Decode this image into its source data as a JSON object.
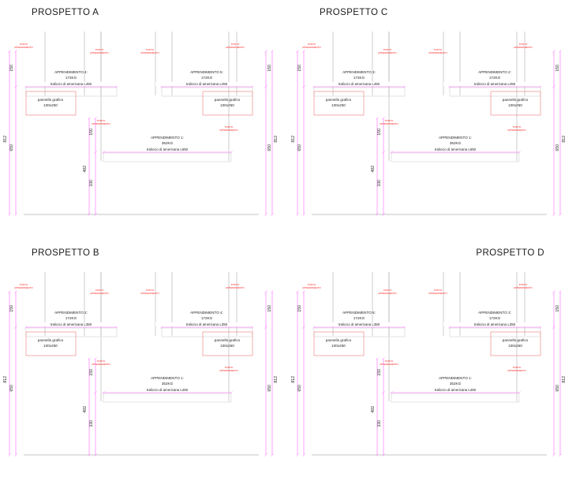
{
  "sheet": {
    "background": "#ffffff",
    "colors": {
      "structure": "#b8b8b8",
      "dimension": "#ff66ff",
      "panel_outline": "#f08c8c",
      "truss_line": "#ff66ff",
      "text": "#1c1c1c",
      "note_red": "#ff1a1a",
      "ground": "#d8d8d8"
    },
    "common": {
      "hang_point_label": "PUNTO\nAPPENDIMENTO",
      "hang_point_line1": "PUNTO",
      "hang_point_line2": "APPENDIMENTO",
      "panel_label_line1": "pannello grafico",
      "panel_label_line2": "100x250",
      "weight_172": "172KG",
      "weight_352": "352KG"
    }
  },
  "panels": [
    {
      "id": "prospetto-a",
      "title": "PROSPETTO A",
      "title_align": "left",
      "upper_left": {
        "name": "APPENDIMENTO 4:",
        "weight": "172KG",
        "truss": "traliccio di americana L450",
        "panel_line1": "pannello grafico",
        "panel_line2": "100x250",
        "panel_side": "left"
      },
      "upper_right": {
        "name": "APPENDIMENTO 5:",
        "weight": "172KG",
        "truss": "traliccio di americana L450",
        "panel_line1": "pannello grafico",
        "panel_line2": "100x250",
        "panel_side": "right"
      },
      "lower": {
        "name": "APPENDIMENTO 1:",
        "weight": "352KG",
        "truss": "traliccio di americana L650"
      },
      "dims_left": [
        "150",
        "812",
        "650"
      ],
      "dims_mid": [
        "150",
        "492",
        "330"
      ],
      "dims_right": [
        "150",
        "812",
        "650"
      ]
    },
    {
      "id": "prospetto-c",
      "title": "PROSPETTO C",
      "title_align": "left",
      "upper_left": {
        "name": "APPENDIMENTO 3:",
        "weight": "172KG",
        "truss": "traliccio di americana L450",
        "panel_line1": "pannello grafico",
        "panel_line2": "100x250",
        "panel_side": "left"
      },
      "upper_right": {
        "name": "APPENDIMENTO 2:",
        "weight": "172KG",
        "truss": "traliccio di americana L450",
        "panel_line1": "pannello grafico",
        "panel_line2": "100x250",
        "panel_side": "right"
      },
      "lower": {
        "name": "APPENDIMENTO 1:",
        "weight": "352KG",
        "truss": "traliccio di americana L650"
      },
      "dims_left": [
        "150",
        "812",
        "650"
      ],
      "dims_mid": [
        "150",
        "492",
        "330"
      ],
      "dims_right": [
        "150",
        "812",
        "650"
      ]
    },
    {
      "id": "prospetto-b",
      "title": "PROSPETTO B",
      "title_align": "left",
      "upper_left": {
        "name": "APPENDIMENTO 2:",
        "weight": "172KG",
        "truss": "traliccio di americana L350",
        "panel_line1": "pannello grafico",
        "panel_line2": "100x250",
        "panel_side": "left"
      },
      "upper_right": {
        "name": "APPENDIMENTO 4:",
        "weight": "172KG",
        "truss": "traliccio di americana L350",
        "panel_line1": "pannello grafico",
        "panel_line2": "100x250",
        "panel_side": "right"
      },
      "lower": {
        "name": "APPENDIMENTO 1:",
        "weight": "352KG",
        "truss": "traliccio di americana L450"
      },
      "dims_left": [
        "150",
        "812",
        "650"
      ],
      "dims_mid": [
        "150",
        "492",
        "330"
      ],
      "dims_right": [
        "150",
        "812",
        "650"
      ]
    },
    {
      "id": "prospetto-d",
      "title": "PROSPETTO D",
      "title_align": "right",
      "upper_left": {
        "name": "APPENDIMENTO 5:",
        "weight": "172KG",
        "truss": "traliccio di americana L350",
        "panel_line1": "pannello grafico",
        "panel_line2": "100x250",
        "panel_side": "left"
      },
      "upper_right": {
        "name": "APPENDIMENTO 3:",
        "weight": "172KG",
        "truss": "traliccio di americana L350",
        "panel_line1": "pannello grafico",
        "panel_line2": "100x250",
        "panel_side": "right"
      },
      "lower": {
        "name": "APPENDIMENTO 1:",
        "weight": "352KG",
        "truss": "traliccio di americana L450"
      },
      "dims_left": [
        "150",
        "812",
        "650"
      ],
      "dims_mid": [
        "150",
        "492",
        "330"
      ],
      "dims_right": [
        "150",
        "812",
        "650"
      ]
    }
  ]
}
